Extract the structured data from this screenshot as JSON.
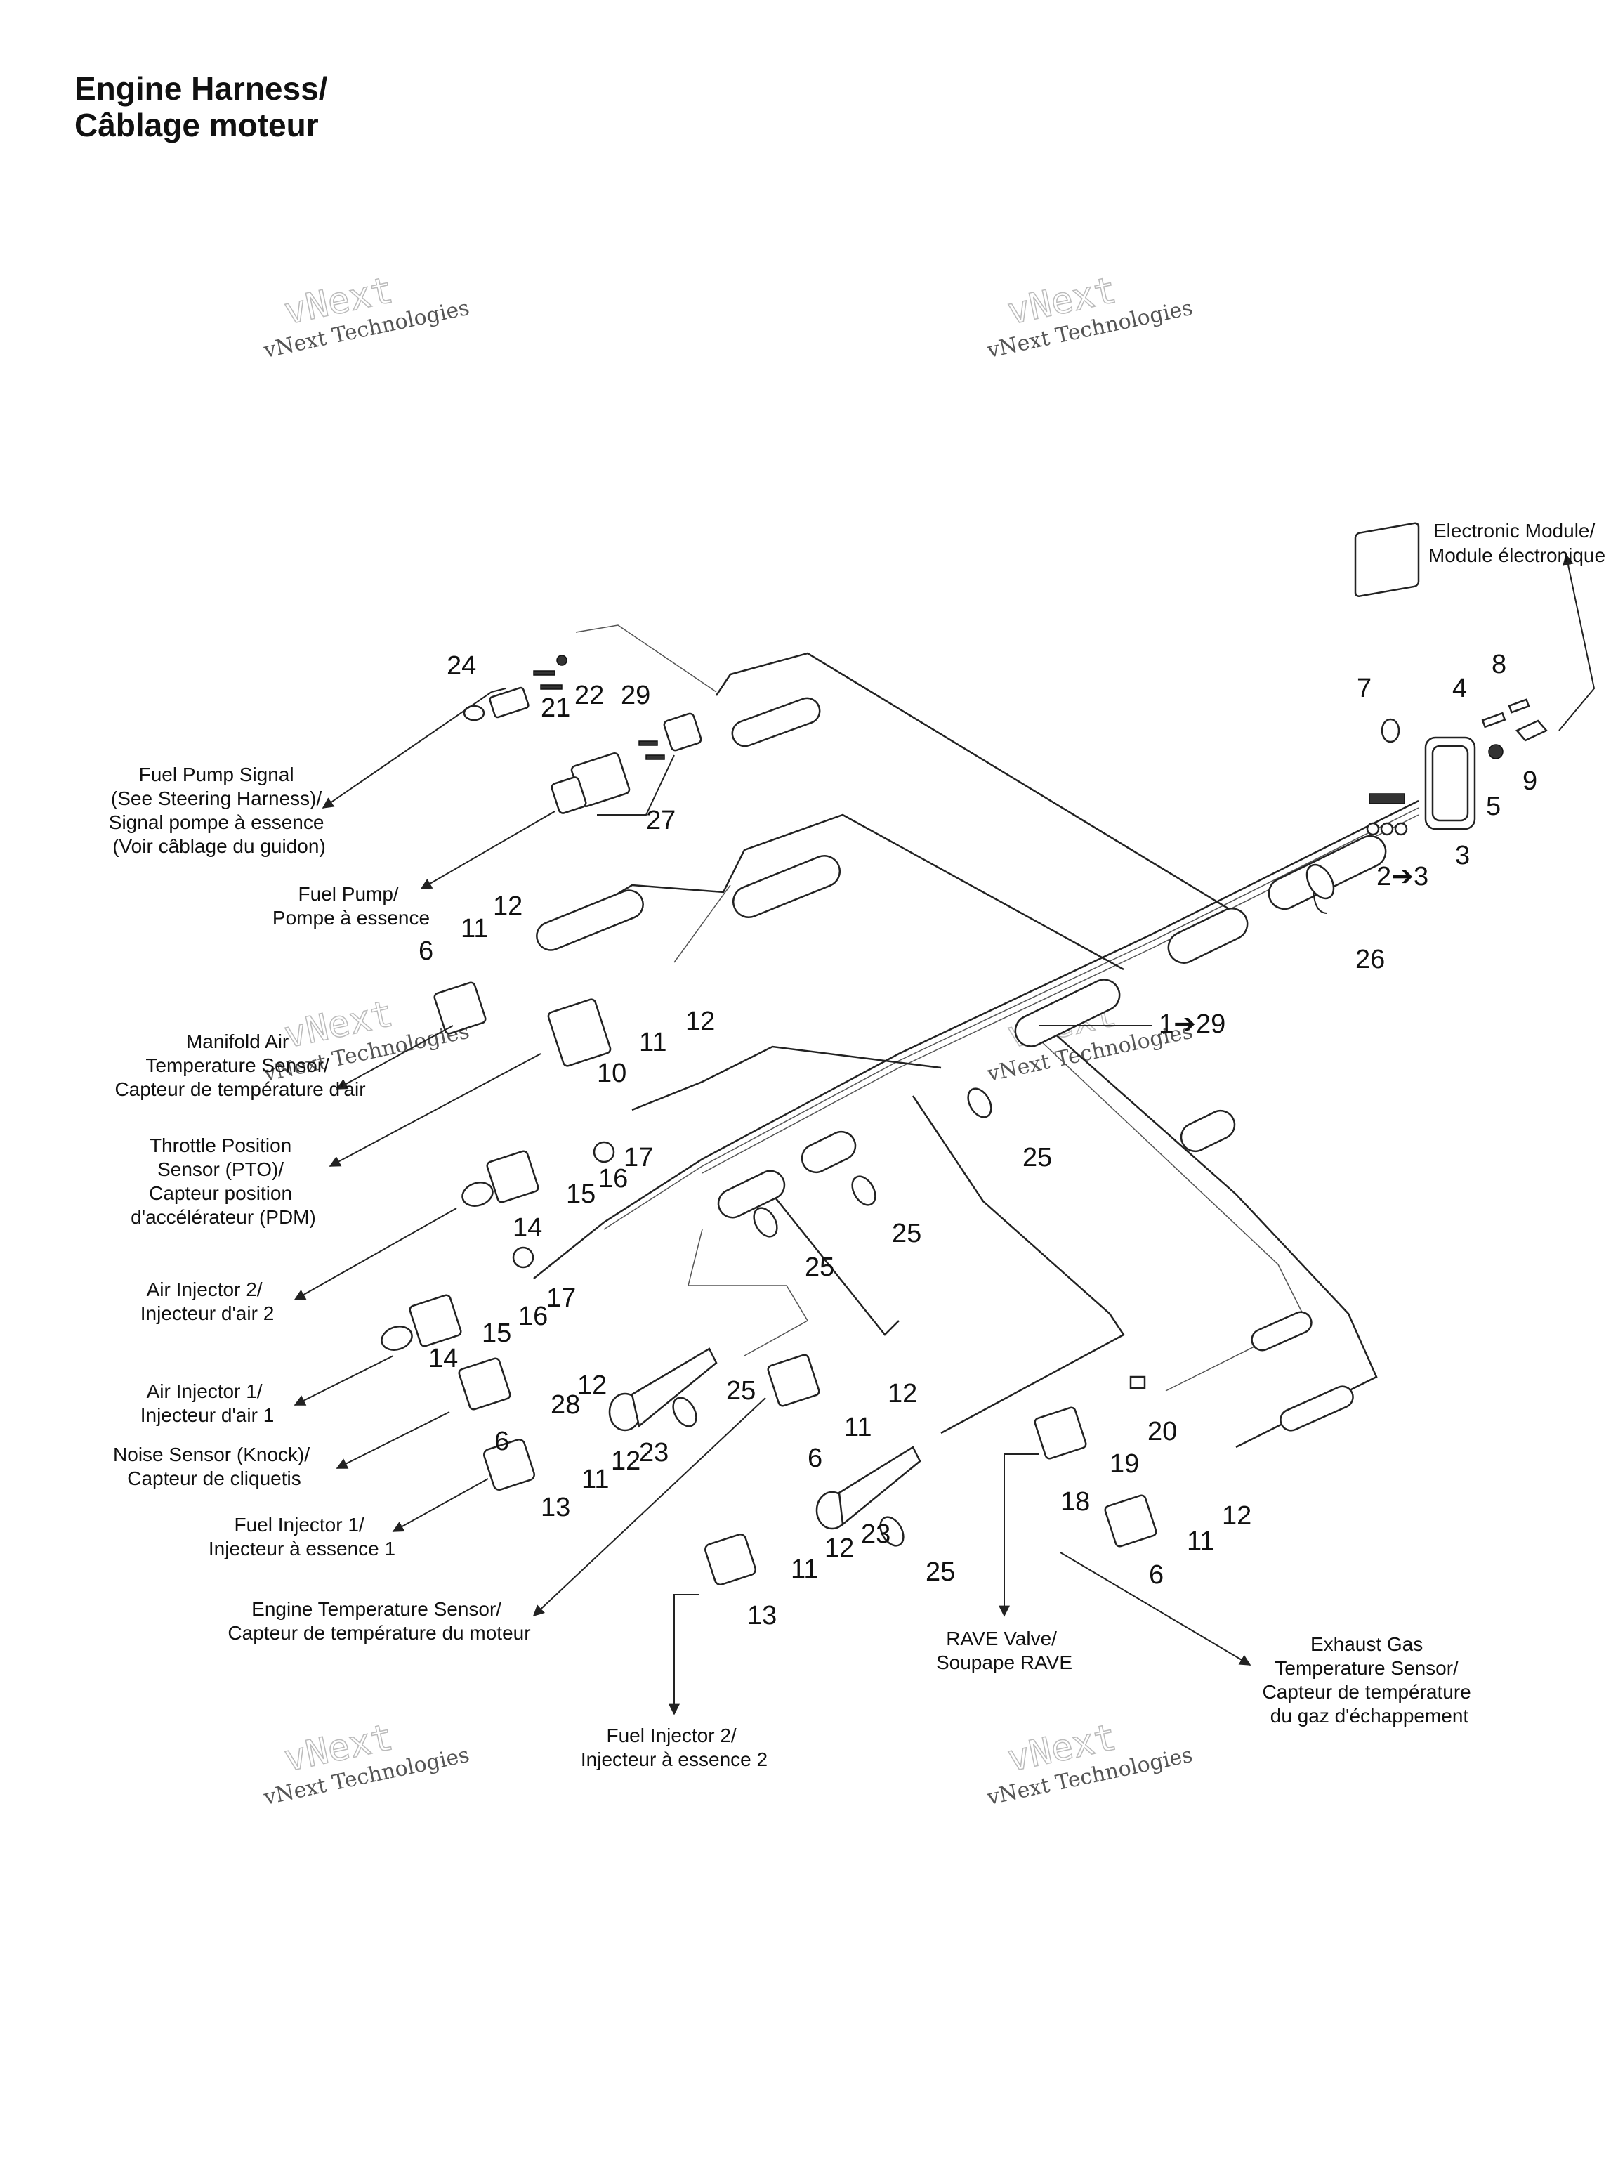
{
  "title": {
    "line1": "Engine Harness/",
    "line2": "Câblage moteur"
  },
  "watermark": {
    "top": "vNext Technologies",
    "bottom": "vNext\nTechnologies"
  },
  "labels": {
    "electronic_module": [
      "Electronic Module/",
      "Module électronique"
    ],
    "fuel_pump_signal": [
      "Fuel Pump Signal",
      "(See Steering Harness)/",
      "Signal pompe à essence",
      "(Voir câblage du guidon)"
    ],
    "fuel_pump": [
      "Fuel Pump/",
      "Pompe à essence"
    ],
    "manifold_air_temp": [
      "Manifold Air",
      "Temperature Sensor/",
      "Capteur de température d'air"
    ],
    "throttle_position": [
      "Throttle Position",
      "Sensor (PTO)/",
      "Capteur position",
      "d'accélérateur (PDM)"
    ],
    "air_injector_2": [
      "Air Injector 2/",
      "Injecteur d'air 2"
    ],
    "air_injector_1": [
      "Air Injector 1/",
      "Injecteur d'air 1"
    ],
    "noise_sensor": [
      "Noise Sensor (Knock)/",
      "Capteur de cliquetis"
    ],
    "fuel_injector_1": [
      "Fuel Injector 1/",
      "Injecteur à essence 1"
    ],
    "engine_temp": [
      "Engine Temperature Sensor/",
      "Capteur de température du moteur"
    ],
    "fuel_injector_2": [
      "Fuel Injector 2/",
      "Injecteur à essence 2"
    ],
    "rave_valve": [
      "RAVE Valve/",
      "Soupape RAVE"
    ],
    "exhaust_gas": [
      "Exhaust Gas",
      "Temperature Sensor/",
      "Capteur de température",
      "du gaz d'échappement"
    ]
  },
  "callouts": {
    "c24": "24",
    "c21": "21",
    "c22": "22",
    "c29": "29",
    "c27": "27",
    "c7": "7",
    "c4": "4",
    "c8": "8",
    "c9": "9",
    "c5": "5",
    "c3": "3",
    "c2to3": "2➔3",
    "c26": "26",
    "c1to29": "1➔29",
    "c6a": "6",
    "c11a": "11",
    "c12a": "12",
    "c10": "10",
    "c11b": "11",
    "c12b": "12",
    "c17a": "17",
    "c16a": "16",
    "c15a": "15",
    "c14a": "14",
    "c25a": "25",
    "c25b": "25",
    "c25c": "25",
    "c17b": "17",
    "c16b": "16",
    "c15b": "15",
    "c14b": "14",
    "c28": "28",
    "c12c": "12",
    "c6b": "6",
    "c23a": "23",
    "c25d": "25",
    "c12d": "12",
    "c11c": "11",
    "c6c": "6",
    "c11d": "11",
    "c12e": "12",
    "c13a": "13",
    "c20": "20",
    "c19": "19",
    "c18": "18",
    "c12f": "12",
    "c11e": "11",
    "c6d": "6",
    "c23b": "23",
    "c25e": "25",
    "c11f": "11",
    "c12g": "12",
    "c13b": "13"
  }
}
